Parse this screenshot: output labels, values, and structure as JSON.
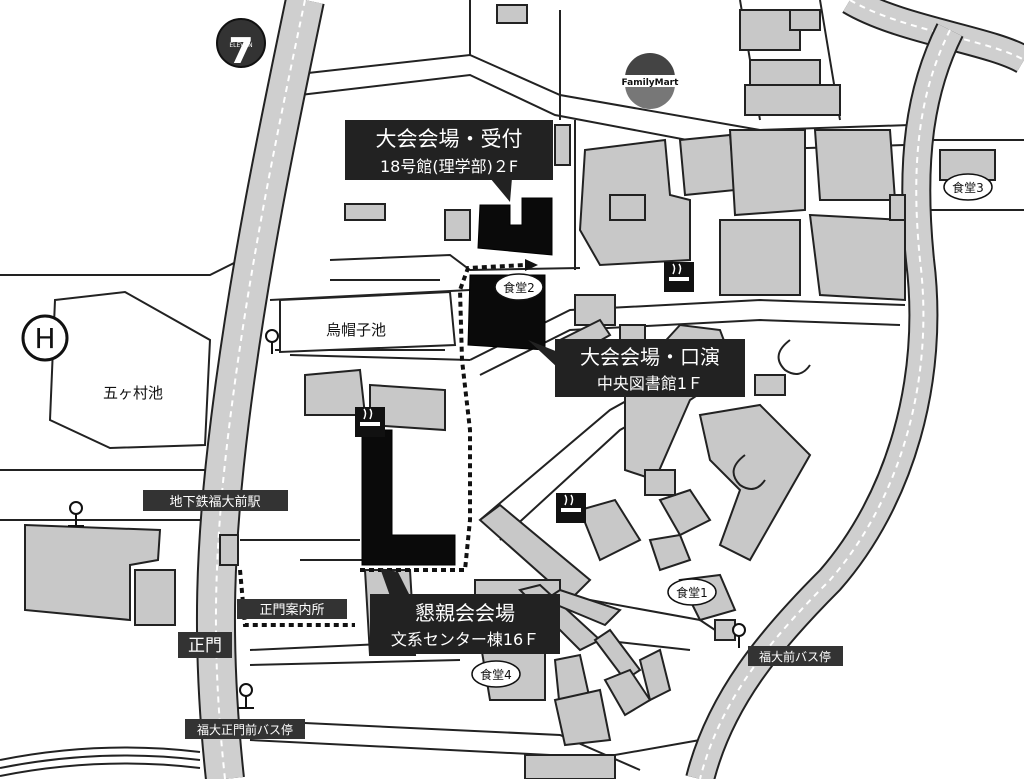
{
  "labels": {
    "main_venue": "大会会場・受付",
    "main_venue_sub": "18号館(理学部)２F",
    "oral_venue": "大会会場・口演",
    "oral_venue_sub": "中央図書館1Ｆ",
    "social_venue": "懇親会会場",
    "social_venue_sub": "文系センター棟16Ｆ",
    "pond_eboshi": "烏帽子池",
    "pond_gokamura": "五ヶ村池",
    "subway_station": "地下鉄福大前駅",
    "main_gate_info": "正門案内所",
    "main_gate": "正門",
    "bus_stop_fukudaimae": "福大前バス停",
    "bus_stop_seimon": "福大正門前バス停"
  },
  "cafeterias": [
    "食堂1",
    "食堂2",
    "食堂3",
    "食堂4"
  ],
  "stores": {
    "seven_eleven": "ELEVEN",
    "familymart": "FamilyMart"
  },
  "icons": {
    "smoking": "smoking-area-icon",
    "bus_stop": "bus-stop-icon",
    "heliport": "heliport-icon"
  },
  "colors": {
    "venue": "#0a0a0a",
    "building": "#c8c8c8",
    "label_bg": "#222222",
    "background": "#ffffff"
  }
}
